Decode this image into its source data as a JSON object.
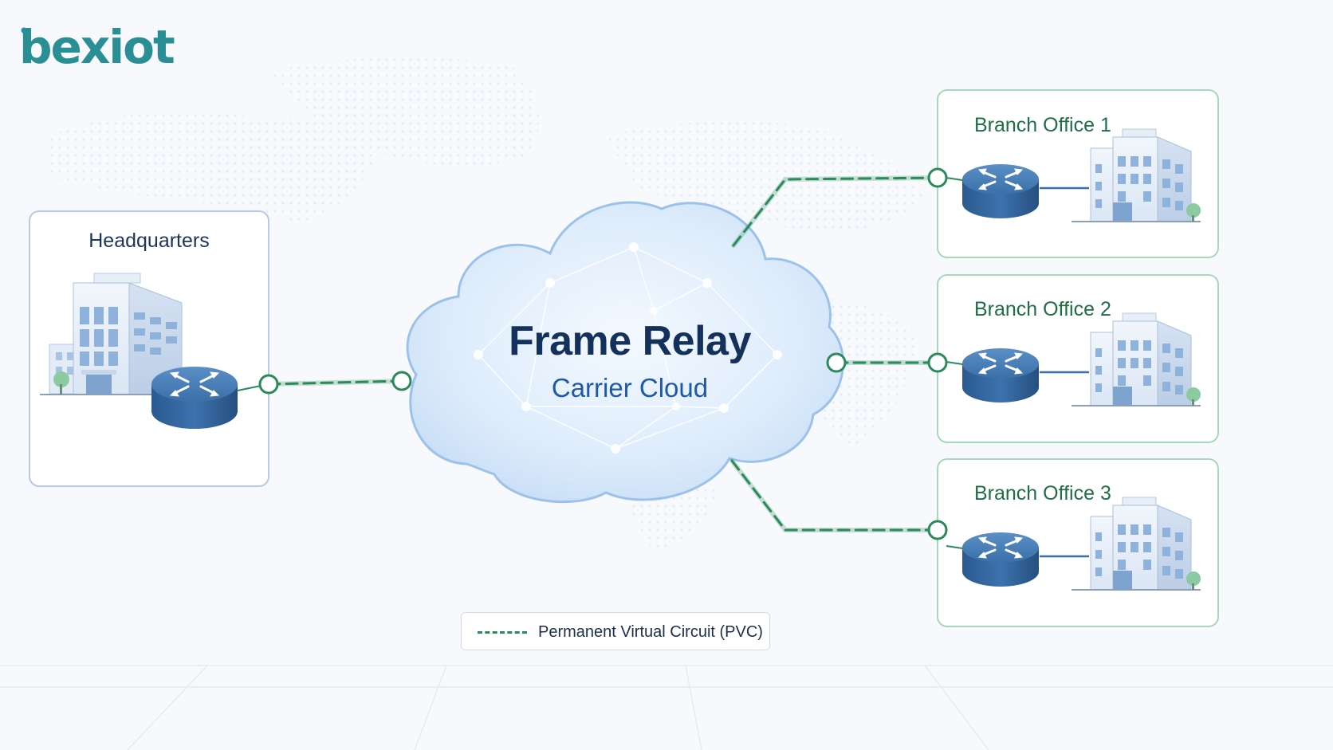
{
  "logo": {
    "text": "bexiot"
  },
  "headquarters": {
    "label": "Headquarters"
  },
  "cloud": {
    "title": "Frame Relay",
    "subtitle": "Carrier Cloud"
  },
  "branches": [
    {
      "label": "Branch Office 1"
    },
    {
      "label": "Branch Office 2"
    },
    {
      "label": "Branch Office 3"
    }
  ],
  "legend": {
    "label": "Permanent Virtual Circuit (PVC)"
  },
  "colors": {
    "pvc_line": "#2b8a5a",
    "branch_border": "#a8d8bc",
    "hq_border": "#b8c9e6",
    "router": "#3a6fa8",
    "cloud_fill": "#dcebfb",
    "title": "#14315c"
  }
}
